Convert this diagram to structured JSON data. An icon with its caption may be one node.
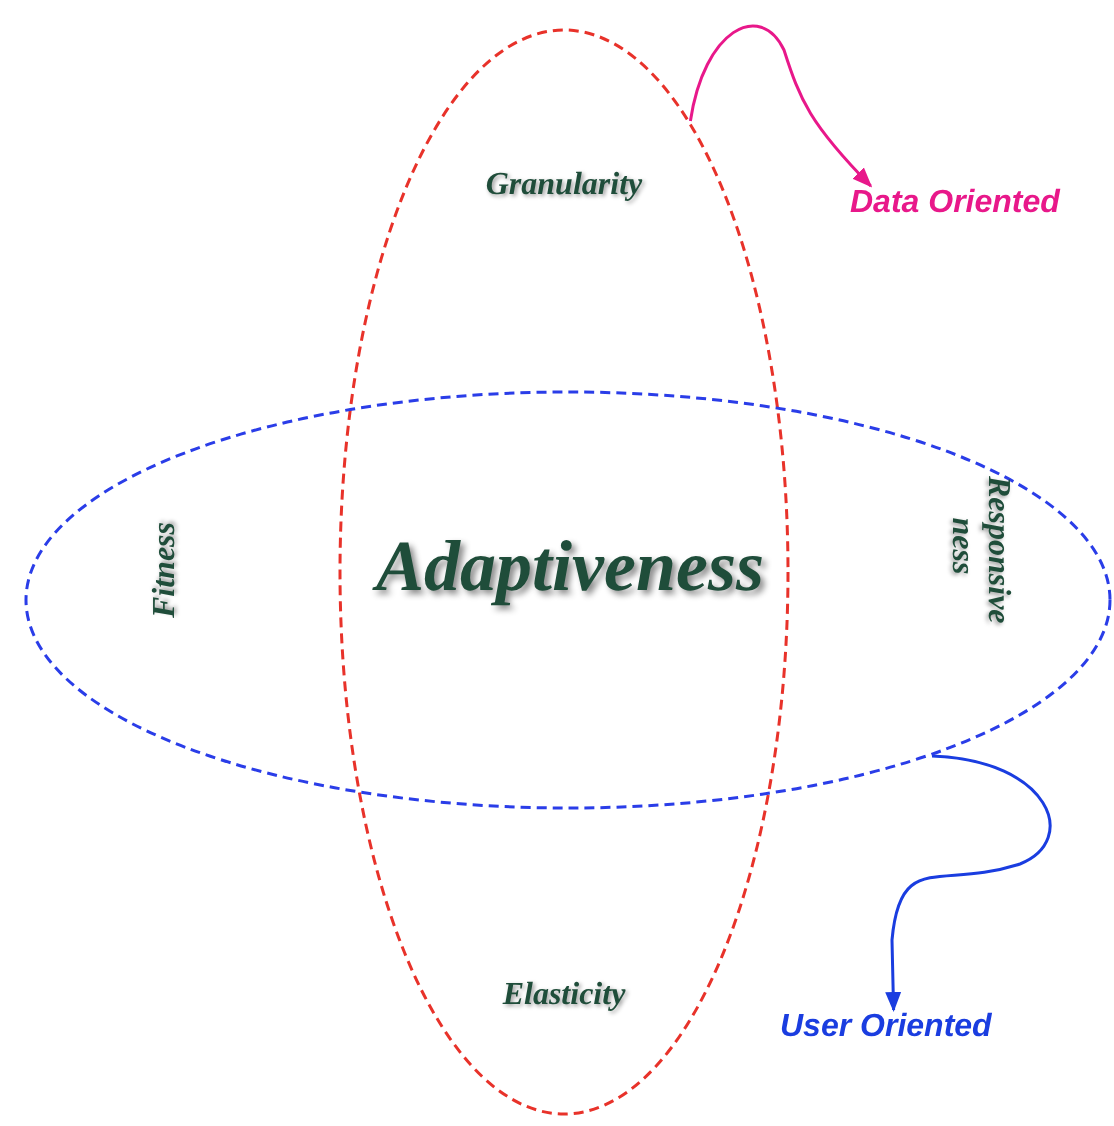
{
  "diagram": {
    "nodes": [
      {
        "text": [
          "Granularity",
          "Elasticity"
        ]
      },
      {
        "text": [
          "Fitness",
          "Responsive ness"
        ]
      },
      {
        "text": [
          "Data Oriented"
        ]
      },
      {
        "text": [
          "User Oriented"
        ]
      }
    ],
    "edges": [
      {
        "from": 0,
        "to": 2,
        "arrow": "to",
        "color": "#e8188a"
      },
      {
        "from": 1,
        "to": 3,
        "arrow": "to",
        "color": "#1a3de0"
      }
    ],
    "labels": [
      "Adaptiveness"
    ]
  }
}
